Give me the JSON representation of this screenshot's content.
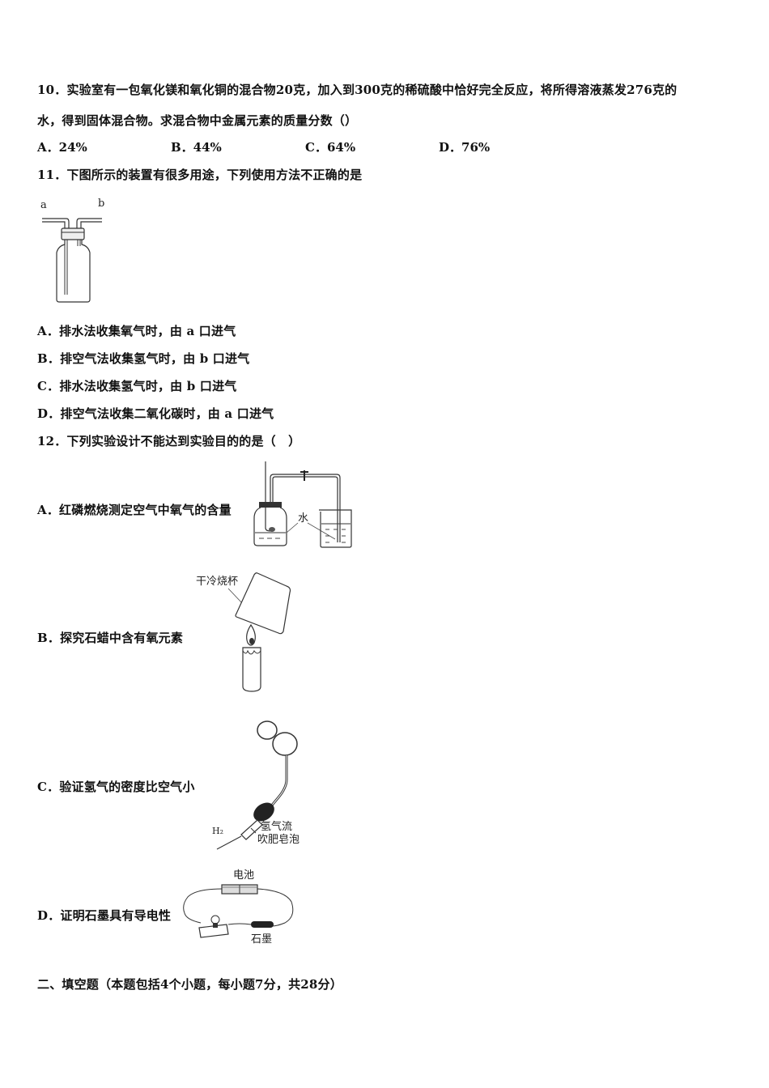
{
  "questions": [
    {
      "number": "10",
      "stem_line1": "10．实验室有一包氧化镁和氧化铜的混合物20克，加入到300克的稀硫酸中恰好完全反应，将所得溶液蒸发276克的",
      "stem_line2": "水，得到固体混合物。求混合物中金属元素的质量分数（）",
      "options": [
        {
          "label": "A．24%"
        },
        {
          "label": "B．44%"
        },
        {
          "label": "C．64%"
        },
        {
          "label": "D．76%"
        }
      ]
    },
    {
      "number": "11",
      "stem": "11．下图所示的装置有很多用途，下列使用方法不正确的是",
      "figure": {
        "port_a": "a",
        "port_b": "b",
        "description": "gas-washing-bottle"
      },
      "options": [
        {
          "label": "A．排水法收集氧气时，由 a 口进气"
        },
        {
          "label": "B．排空气法收集氢气时，由 b 口进气"
        },
        {
          "label": "C．排水法收集氢气时，由 b 口进气"
        },
        {
          "label": "D．排空气法收集二氧化碳时，由 a 口进气"
        }
      ]
    },
    {
      "number": "12",
      "stem": "12．下列实验设计不能达到实验目的的是（　）",
      "options": [
        {
          "label": "A．红磷燃烧测定空气中氧气的含量",
          "figure_labels": {
            "water": "水"
          }
        },
        {
          "label": "B．探究石蜡中含有氧元素",
          "figure_labels": {
            "beaker": "干冷烧杯"
          }
        },
        {
          "label": "C．验证氢气的密度比空气小",
          "figure_labels": {
            "gas": "H₂",
            "caption_line1": "氢气流",
            "caption_line2": "吹肥皂泡"
          }
        },
        {
          "label": "D．证明石墨具有导电性",
          "figure_labels": {
            "battery": "电池",
            "graphite": "石墨"
          }
        }
      ]
    }
  ],
  "section": {
    "heading": "二、填空题（本题包括4个小题，每小题7分，共28分）"
  }
}
